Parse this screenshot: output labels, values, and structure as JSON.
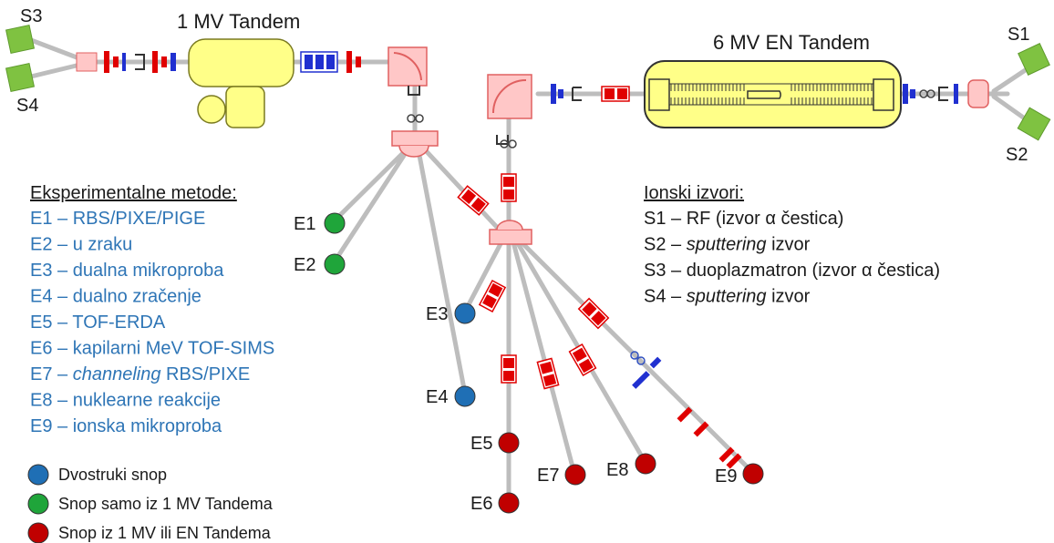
{
  "accelerators": {
    "small": "1 MV Tandem",
    "large": "6 MV EN Tandem"
  },
  "sources": {
    "s1": "S1",
    "s2": "S2",
    "s3": "S3",
    "s4": "S4"
  },
  "endstations": {
    "e1": "E1",
    "e2": "E2",
    "e3": "E3",
    "e4": "E4",
    "e5": "E5",
    "e6": "E6",
    "e7": "E7",
    "e8": "E8",
    "e9": "E9"
  },
  "methods": {
    "heading": "Eksperimentalne metode:",
    "items": [
      {
        "prefix": "",
        "em": "",
        "text": "E1 – RBS/PIXE/PIGE"
      },
      {
        "prefix": "",
        "em": "",
        "text": "E2 – u zraku"
      },
      {
        "prefix": "",
        "em": "",
        "text": "E3 – dualna mikroproba"
      },
      {
        "prefix": "",
        "em": "",
        "text": "E4 – dualno zračenje"
      },
      {
        "prefix": "",
        "em": "",
        "text": "E5 – TOF-ERDA"
      },
      {
        "prefix": "",
        "em": "",
        "text": "E6 – kapilarni MeV TOF-SIMS"
      },
      {
        "prefix": "E7 – ",
        "em": "channeling",
        "text": " RBS/PIXE"
      },
      {
        "prefix": "",
        "em": "",
        "text": "E8 – nuklearne reakcije"
      },
      {
        "prefix": "",
        "em": "",
        "text": "E9 – ionska mikroproba"
      }
    ]
  },
  "ion_sources": {
    "heading": "Ionski izvori:",
    "items": [
      {
        "prefix": "",
        "em": "",
        "text": "S1 – RF (izvor α čestica)"
      },
      {
        "prefix": "S2 – ",
        "em": "sputtering",
        "text": " izvor"
      },
      {
        "prefix": "",
        "em": "",
        "text": "S3 – duoplazmatron (izvor α čestica)"
      },
      {
        "prefix": "S4 – ",
        "em": "sputtering",
        "text": " izvor"
      }
    ]
  },
  "legend": {
    "items": [
      {
        "label": "Dvostruki snop",
        "color": "#1f6fb5"
      },
      {
        "label": "Snop samo iz 1 MV Tandema",
        "color": "#1fa53a"
      },
      {
        "label": "Snop iz 1 MV ili EN Tandema",
        "color": "#c00000"
      }
    ]
  },
  "colors": {
    "blue": "#1f6fb5",
    "green": "#1fa53a",
    "red": "#c00000",
    "source_green": "#7fc241",
    "tank_yellow": "#ffff88",
    "magnet_pink": "#ffc7c7",
    "beamline_gray": "#bdbdbd"
  }
}
